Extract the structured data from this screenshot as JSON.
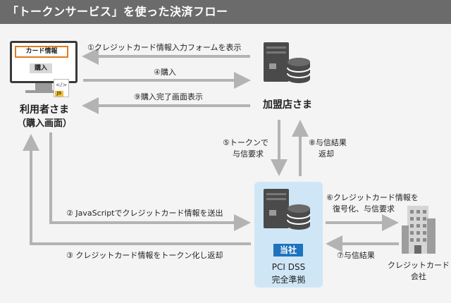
{
  "title": "「トークンサービス」を使った決済フロー",
  "user": {
    "label_line1": "利用者さま",
    "label_line2": "（購入画面）",
    "card_field": "カード情報",
    "buy_button": "購入",
    "js_icon_text": "</>",
    "js_tag": "JS"
  },
  "merchant": {
    "label": "加盟店さま"
  },
  "company": {
    "badge": "当社",
    "line1": "PCI DSS",
    "line2": "完全準拠"
  },
  "card_company": {
    "line1": "クレジットカード",
    "line2": "会社"
  },
  "steps": {
    "s1": "①クレジットカード情報入力フォームを表示",
    "s4": "④購入",
    "s9": "⑨購入完了画面表示",
    "s5_line1": "⑤トークンで",
    "s5_line2": "与信要求",
    "s8_line1": "⑧与信結果",
    "s8_line2": "返却",
    "s2": "② JavaScriptでクレジットカード情報を送出",
    "s3": "③ クレジットカード情報をトークン化し返却",
    "s6_line1": "⑥クレジットカード情報を",
    "s6_line2": "復号化、与信要求",
    "s7": "⑦与信結果"
  },
  "colors": {
    "arrow": "#b3b3b3",
    "title_bg": "#6b6b6b",
    "accent_orange": "#e07b1e",
    "company_bg": "#cfe6f7",
    "company_badge": "#1e73be"
  }
}
